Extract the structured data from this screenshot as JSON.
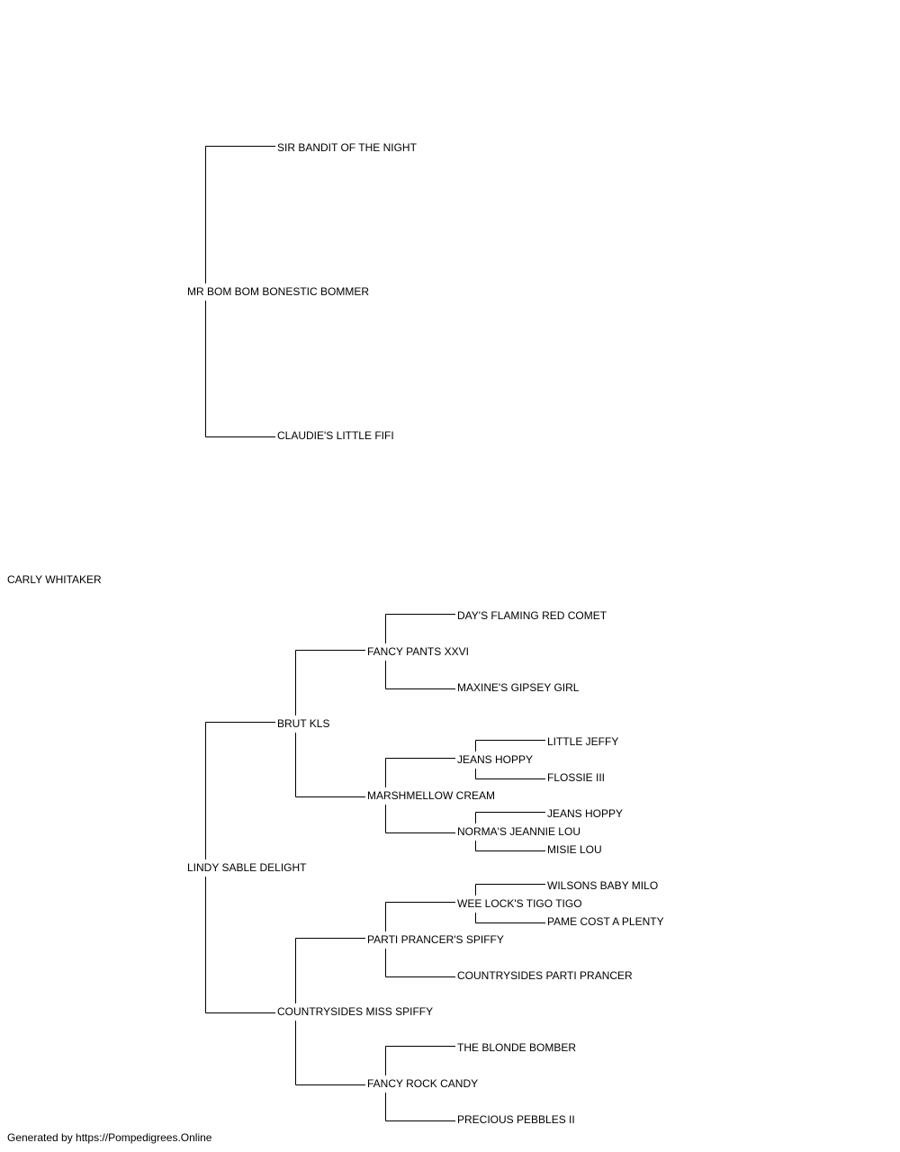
{
  "pedigree": {
    "subject": "CARLY WHITAKER",
    "sire": {
      "name": "MR BOM BOM BONESTIC BOMMER",
      "sire": {
        "name": "SIR BANDIT OF THE NIGHT"
      },
      "dam": {
        "name": "CLAUDIE'S LITTLE FIFI"
      }
    },
    "dam": {
      "name": "LINDY SABLE DELIGHT",
      "sire": {
        "name": "BRUT KLS",
        "sire": {
          "name": "FANCY PANTS XXVI",
          "sire": {
            "name": "DAY'S FLAMING RED COMET"
          },
          "dam": {
            "name": "MAXINE'S GIPSEY GIRL"
          }
        },
        "dam": {
          "name": "MARSHMELLOW CREAM",
          "sire": {
            "name": "JEANS HOPPY",
            "sire": {
              "name": "LITTLE JEFFY"
            },
            "dam": {
              "name": "FLOSSIE III"
            }
          },
          "dam": {
            "name": "NORMA'S JEANNIE LOU",
            "sire": {
              "name": "JEANS HOPPY"
            },
            "dam": {
              "name": "MISIE LOU"
            }
          }
        }
      },
      "dam": {
        "name": "COUNTRYSIDES MISS SPIFFY",
        "sire": {
          "name": "PARTI PRANCER'S SPIFFY",
          "sire": {
            "name": "WEE LOCK'S TIGO TIGO",
            "sire": {
              "name": "WILSONS BABY MILO"
            },
            "dam": {
              "name": "PAME COST A PLENTY"
            }
          },
          "dam": {
            "name": "COUNTRYSIDES PARTI PRANCER"
          }
        },
        "dam": {
          "name": "FANCY ROCK CANDY",
          "sire": {
            "name": "THE BLONDE BOMBER"
          },
          "dam": {
            "name": "PRECIOUS PEBBLES II"
          }
        }
      }
    }
  },
  "footer": "Generated by https://Pompedigrees.Online",
  "line_color": "#000000"
}
